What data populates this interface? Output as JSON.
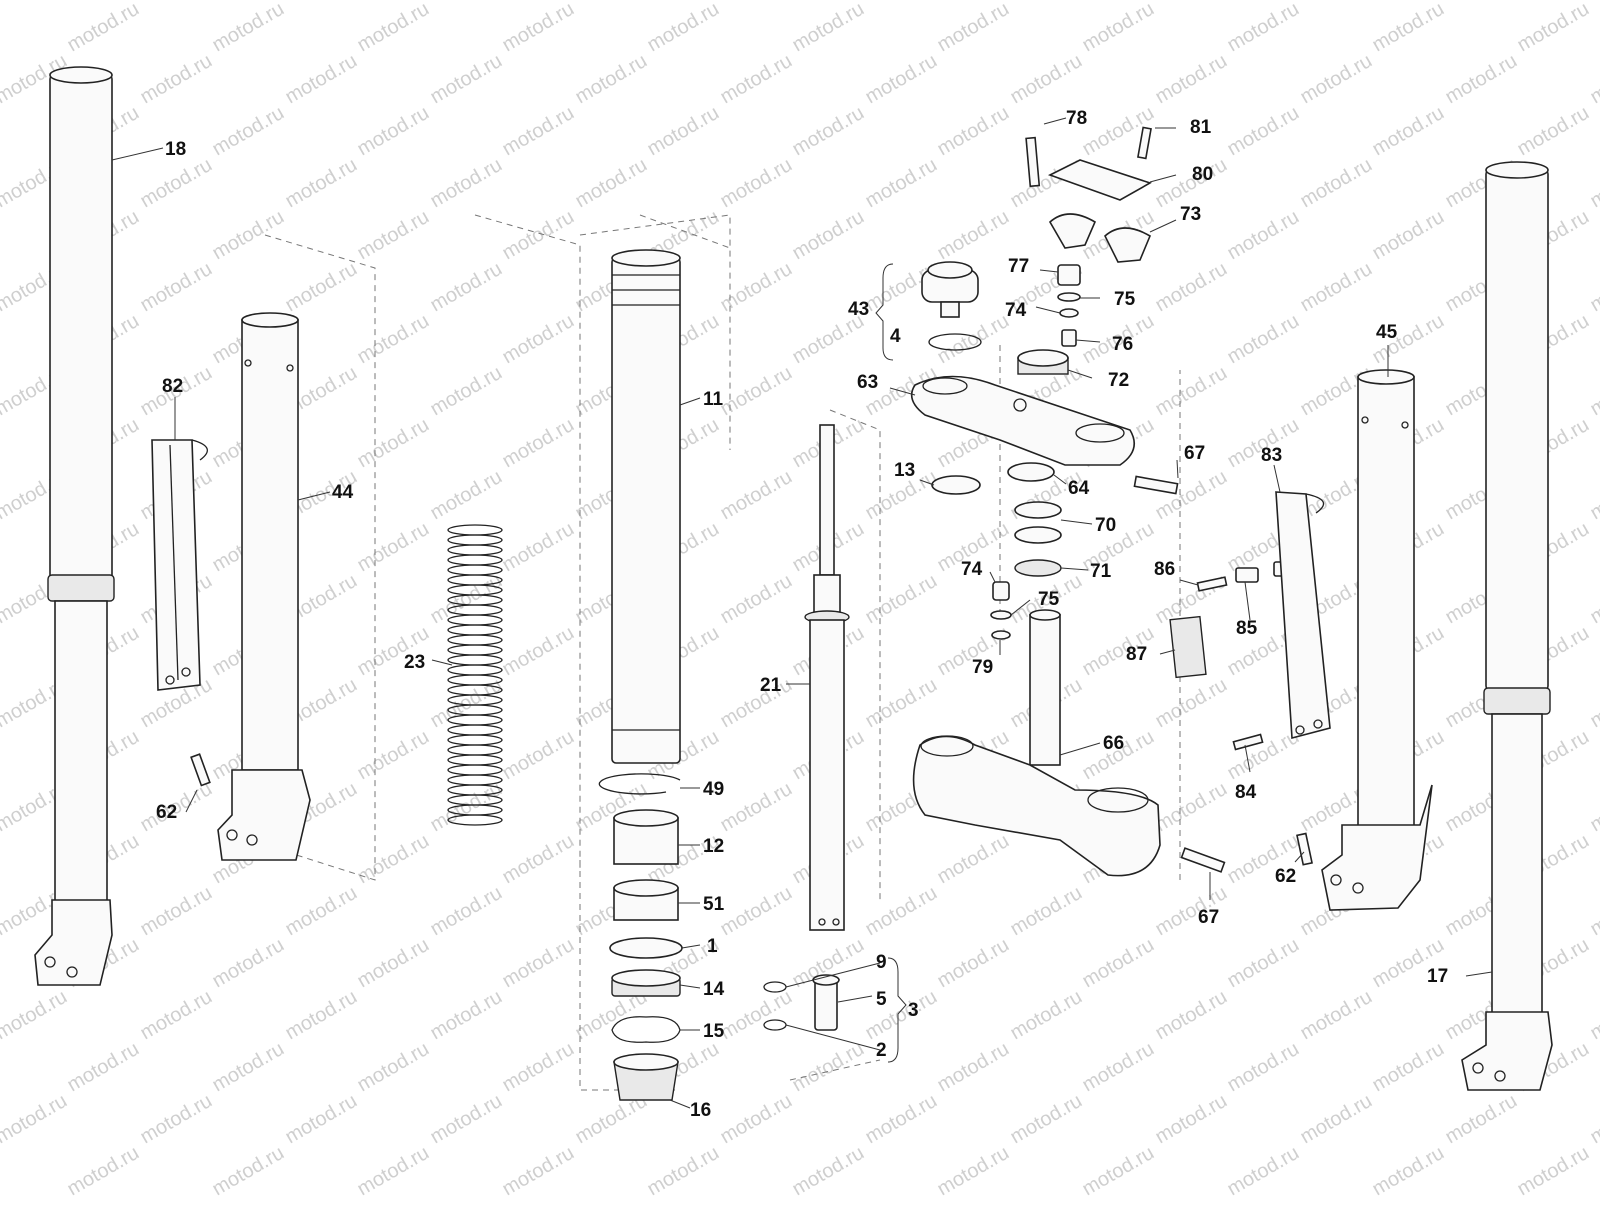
{
  "watermark": "motod.ru",
  "labels": {
    "l18": "18",
    "l82": "82",
    "l44": "44",
    "l62a": "62",
    "l23": "23",
    "l11": "11",
    "l49": "49",
    "l12": "12",
    "l51": "51",
    "l1": "1",
    "l14": "14",
    "l15": "15",
    "l16": "16",
    "l21": "21",
    "l9": "9",
    "l5": "5",
    "l3": "3",
    "l2": "2",
    "l43": "43",
    "l4": "4",
    "l78": "78",
    "l81": "81",
    "l80": "80",
    "l73": "73",
    "l77": "77",
    "l75a": "75",
    "l74a": "74",
    "l76": "76",
    "l72": "72",
    "l63": "63",
    "l13": "13",
    "l64": "64",
    "l67a": "67",
    "l70": "70",
    "l71": "71",
    "l74b": "74",
    "l75b": "75",
    "l79": "79",
    "l66": "66",
    "l67b": "67",
    "l45": "45",
    "l83": "83",
    "l86": "86",
    "l85": "85",
    "l87": "87",
    "l84": "84",
    "l62b": "62",
    "l17": "17"
  }
}
